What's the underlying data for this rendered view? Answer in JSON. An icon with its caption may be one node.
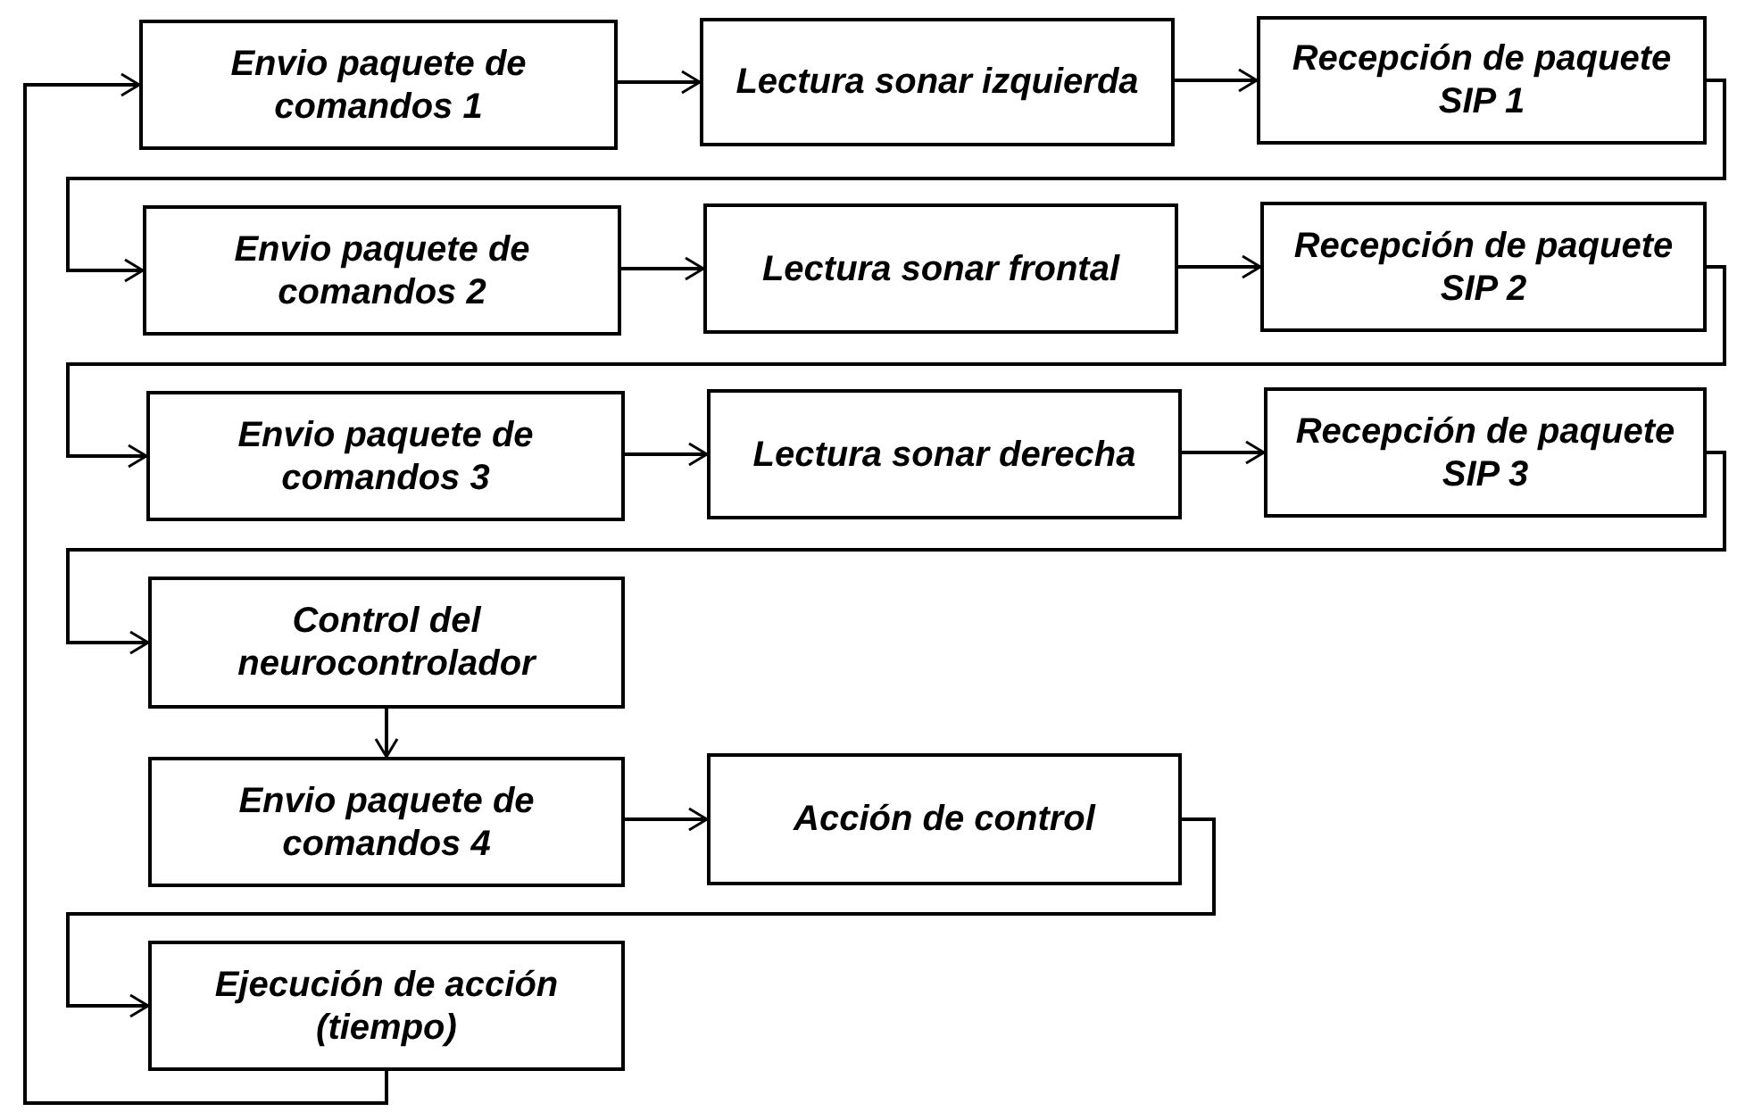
{
  "diagram": {
    "nodes": [
      {
        "text": [
          "Envio paquete de comandos 1"
        ]
      },
      {
        "text": [
          "Lectura sonar izquierda"
        ]
      },
      {
        "text": [
          "Recepción de paquete SIP 1"
        ]
      },
      {
        "text": [
          "Envio paquete de comandos 2"
        ]
      },
      {
        "text": [
          "Lectura sonar frontal"
        ]
      },
      {
        "text": [
          "Recepción de paquete SIP 2"
        ]
      },
      {
        "text": [
          "Envio paquete de comandos 3"
        ]
      },
      {
        "text": [
          "Lectura sonar derecha"
        ]
      },
      {
        "text": [
          "Recepción de paquete SIP 3"
        ]
      },
      {
        "text": [
          "Control del neurocontrolador"
        ]
      },
      {
        "text": [
          "Envio paquete de comandos 4"
        ]
      },
      {
        "text": [
          "Acción de control"
        ]
      },
      {
        "text": [
          "Ejecución de acción (tiempo)"
        ]
      }
    ],
    "edges": [
      {
        "from": 0,
        "to": 1,
        "arrow": "to"
      },
      {
        "from": 1,
        "to": 2,
        "arrow": "to"
      },
      {
        "from": 2,
        "to": 3,
        "arrow": "to"
      },
      {
        "from": 3,
        "to": 4,
        "arrow": "to"
      },
      {
        "from": 4,
        "to": 5,
        "arrow": "to"
      },
      {
        "from": 5,
        "to": 6,
        "arrow": "to"
      },
      {
        "from": 6,
        "to": 7,
        "arrow": "to"
      },
      {
        "from": 7,
        "to": 8,
        "arrow": "to"
      },
      {
        "from": 8,
        "to": 9,
        "arrow": "to"
      },
      {
        "from": 9,
        "to": 10,
        "arrow": "to"
      },
      {
        "from": 10,
        "to": 11,
        "arrow": "to"
      },
      {
        "from": 11,
        "to": 12,
        "arrow": "to"
      },
      {
        "from": 12,
        "to": 0,
        "arrow": "to"
      }
    ]
  }
}
